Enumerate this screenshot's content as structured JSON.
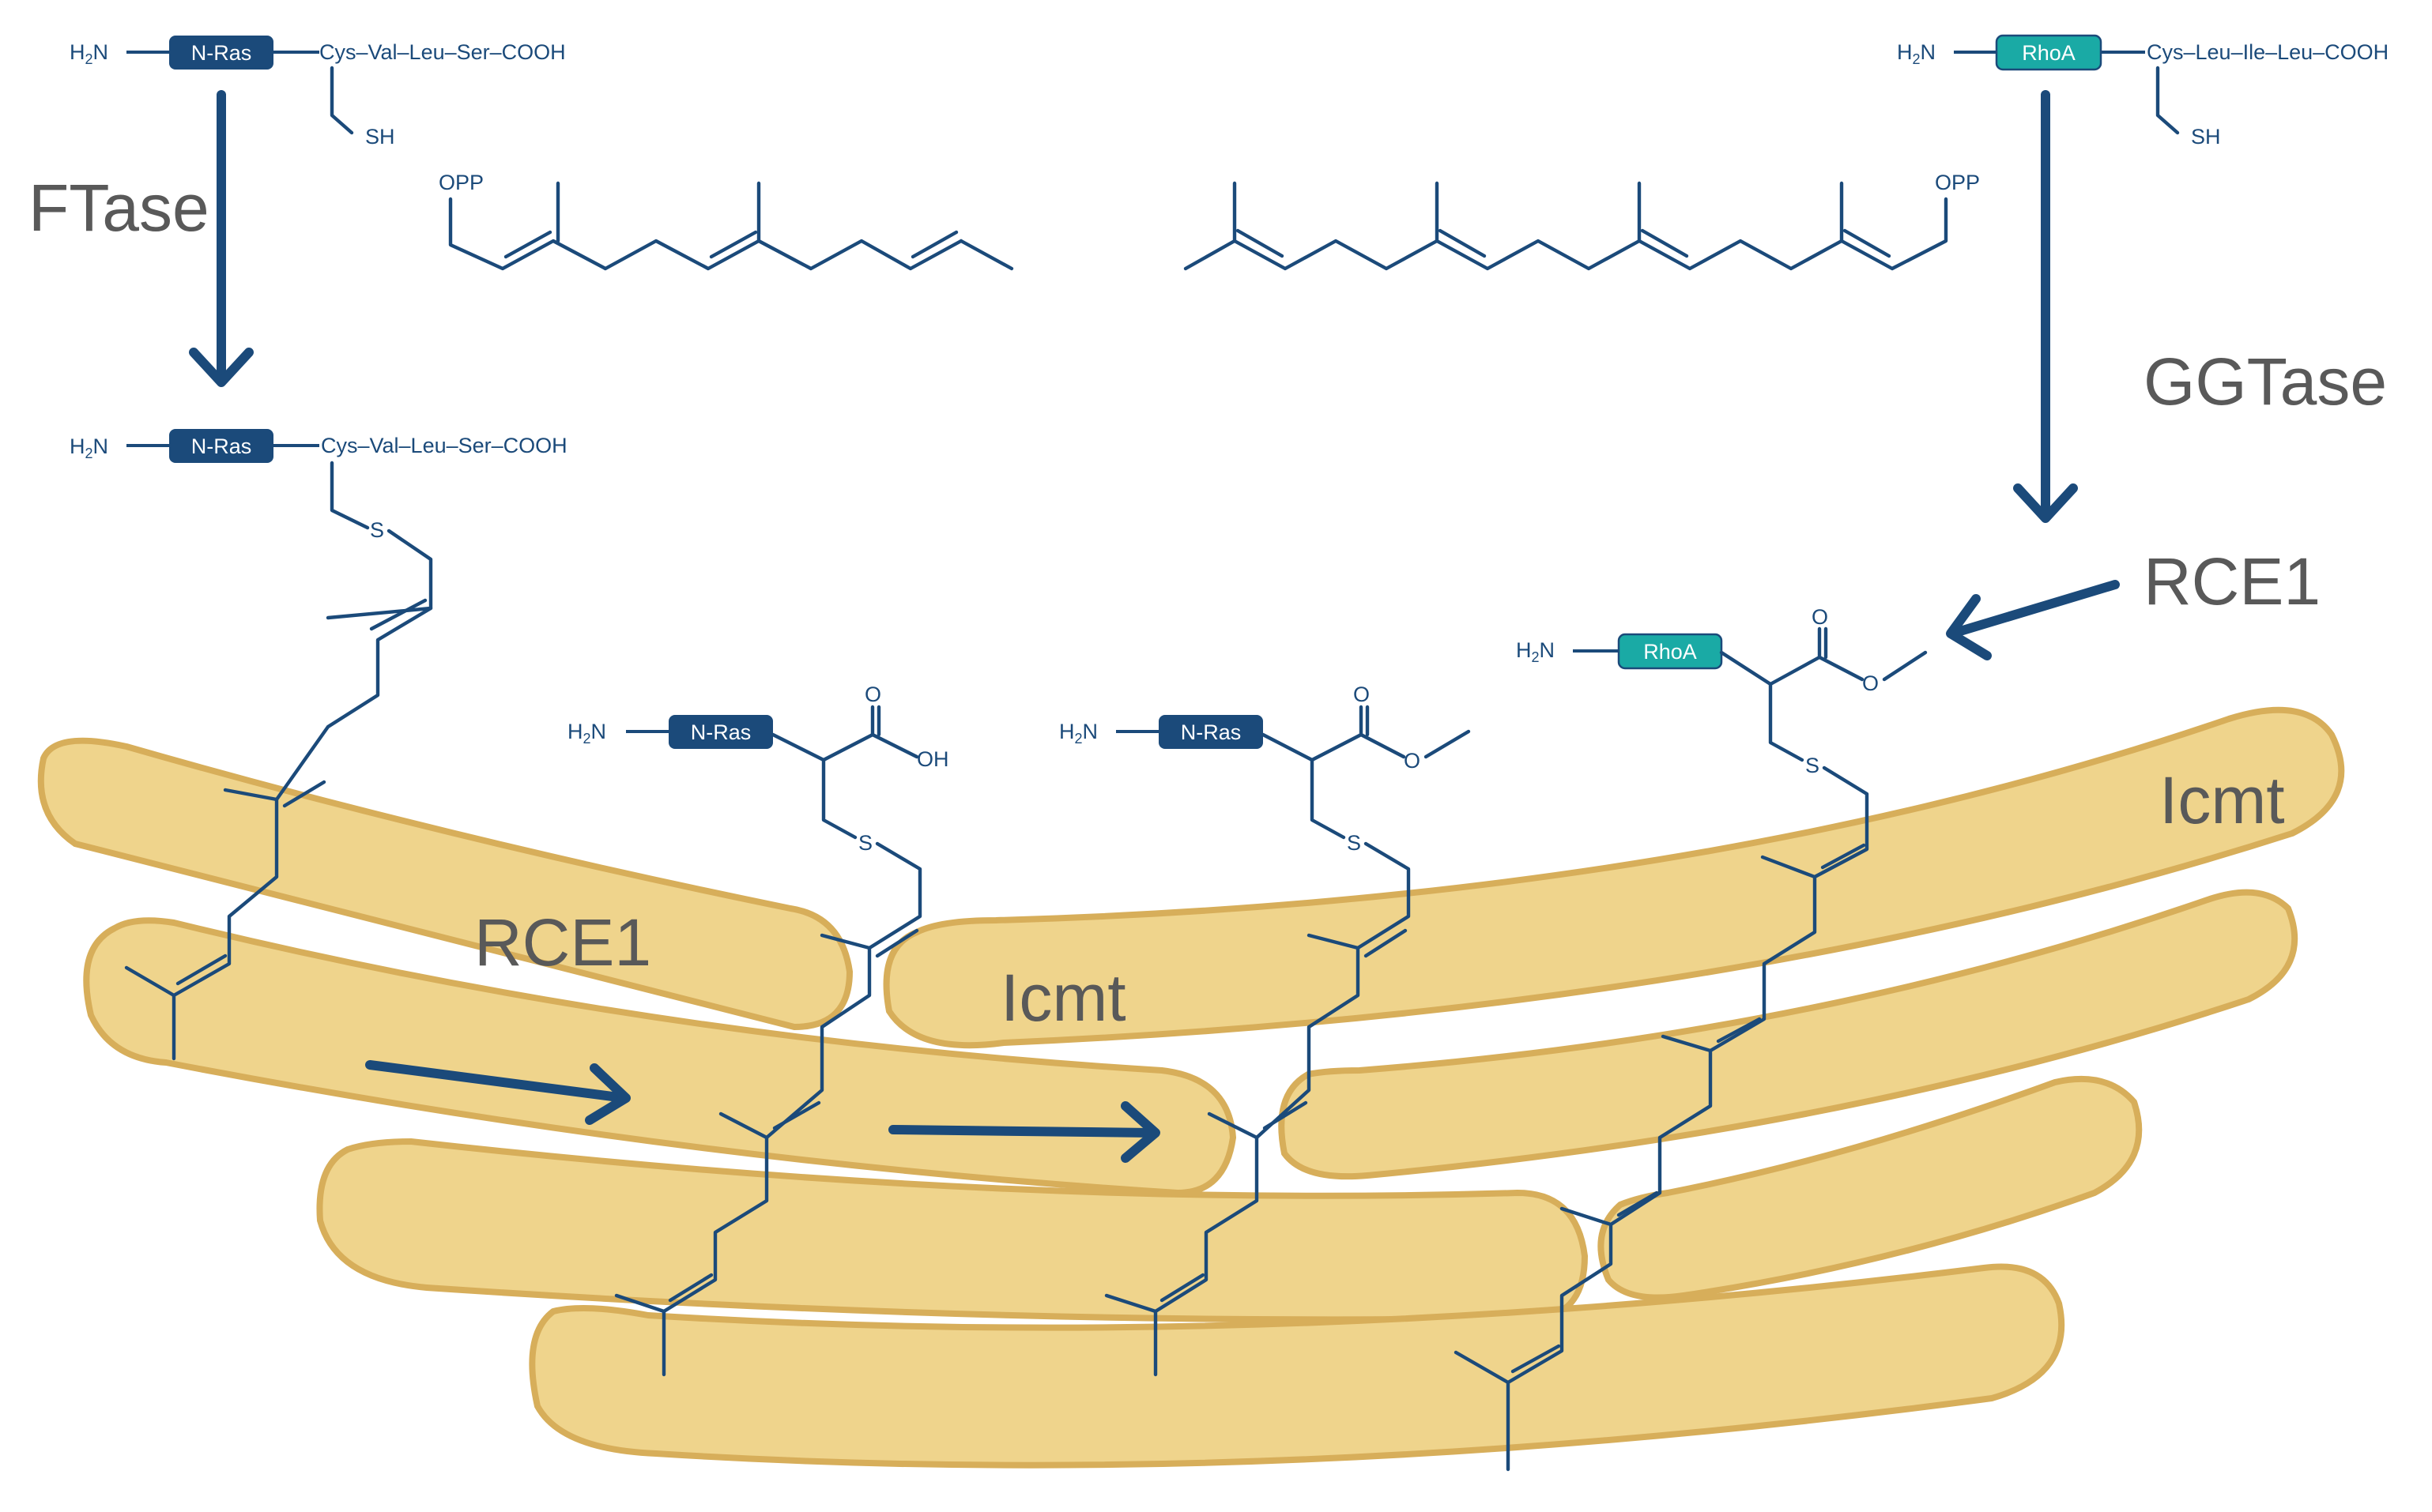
{
  "enzymes": {
    "ftase": "FTase",
    "ggtase": "GGTase",
    "rce1_top": "RCE1",
    "rce1_membrane": "RCE1",
    "icmt_membrane_left": "Icmt",
    "icmt_membrane_right": "Icmt"
  },
  "proteins": {
    "nras": "N-Ras",
    "rhoa": "RhoA"
  },
  "groups": {
    "h2": "H",
    "two": "2",
    "n": "N",
    "nras_tail": "Cys–Val–Leu–Ser–COOH",
    "rhoa_tail": "Cys–Leu–Ile–Leu–COOH",
    "sh": "SH",
    "s": "S",
    "opp": "OPP",
    "o": "O",
    "oh": "OH"
  },
  "colors": {
    "ink": "#1b4a7a",
    "rhoa_fill": "#1aaaa5",
    "membrane_fill": "#efd48c",
    "membrane_stroke": "#d7ae5a",
    "enzyme_text": "#595959"
  }
}
